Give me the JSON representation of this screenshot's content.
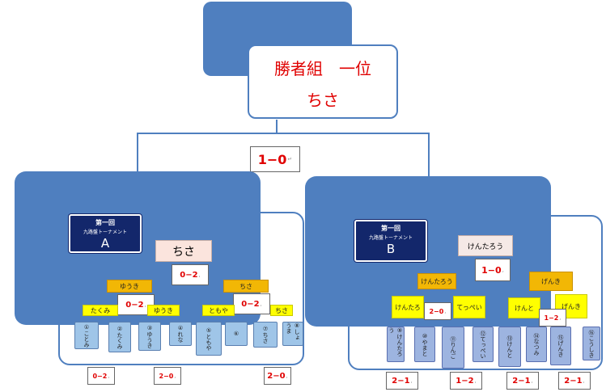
{
  "winner": {
    "line1": "勝者組　一位",
    "line2": "ちさ"
  },
  "final_score": "1−0",
  "group_a": {
    "title1": "第一回",
    "title2": "九路盤トーナメント",
    "letter": "A",
    "winner": "ちさ",
    "semi_left": "ゆうき",
    "semi_right": "ちさ",
    "q_left_a": "たくみ",
    "q_left_b": "ゆうき",
    "q_right_a": "ともや",
    "q_right_b": "ちさ",
    "players": [
      "①ことみ",
      "②たくみ",
      "③ゆうき",
      "④れな",
      "⑤ともや",
      "⑥",
      "⑦ちさ",
      "⑧しょうま"
    ],
    "scores": {
      "top": "0−2",
      "semi_left": "0−2",
      "semi_right": "0−2",
      "bottom_1": "0−2",
      "bottom_2": "2−0",
      "bottom_3": "2−0"
    }
  },
  "group_b": {
    "title1": "第一回",
    "title2": "九路盤トーナメント",
    "letter": "B",
    "winner": "けんたろう",
    "semi_left": "けんたろう",
    "semi_right": "げんき",
    "q_left_a": "けんたろ",
    "q_left_b": "てっぺい",
    "q_right_a": "けんと",
    "q_right_b": "げんき",
    "players": [
      "⑨けんたろう",
      "⑩やまと",
      "⑪りんご",
      "⑫てっぺい",
      "⑬けんと",
      "⑭なつみ",
      "⑮げんき",
      "⑯こうしき"
    ],
    "scores": {
      "top": "1−0",
      "semi_left": "2−0",
      "semi_right": "1−2",
      "bottom_1": "2−1",
      "bottom_2": "1−2",
      "bottom_3": "2−1",
      "bottom_4": "2−1"
    }
  },
  "colors": {
    "accent_blue": "#4f7fbf",
    "navy": "#13276b",
    "score_red": "#e00000",
    "gold": "#f2b705",
    "yellow": "#ffff00"
  }
}
